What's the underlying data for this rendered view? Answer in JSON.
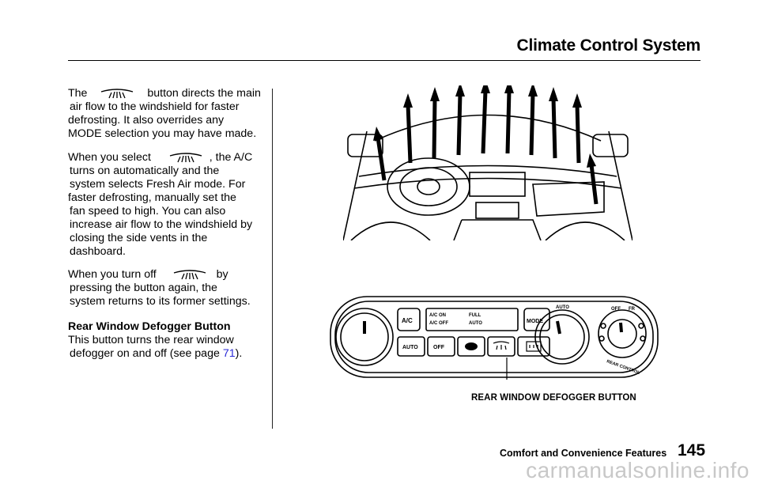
{
  "header": {
    "title": "Climate Control System"
  },
  "paragraphs": {
    "p1": {
      "line1_pre": "The",
      "line1_post": "button directs the main",
      "line2": "air flow to the windshield for faster",
      "line3": "defrosting. It also overrides any",
      "line4": "MODE selection you may have made."
    },
    "p2": {
      "line1_pre": "When you select",
      "line1_post": ", the A/C",
      "line2": "turns on automatically and the",
      "line3": "system selects Fresh Air mode. For",
      "line4": "faster defrosting, manually set the",
      "line5": "fan speed to high. You can also",
      "line6": "increase air flow to the windshield by",
      "line7": "closing the side vents in the",
      "line8": "dashboard."
    },
    "p3": {
      "line1_pre": "When you turn off",
      "line1_post": "by",
      "line2": "pressing the button again, the",
      "line3": "system returns to its former settings."
    },
    "rear": {
      "heading": "Rear Window Defogger Button",
      "line1": "This button turns the rear window",
      "line2_pre": "defogger on and off (see page",
      "line2_link": "71",
      "line2_post": ")."
    }
  },
  "panel_labels": {
    "ac": "A/C",
    "ac_on": "A/C ON",
    "ac_off": "A/C OFF",
    "full": "FULL",
    "auto_small": "AUTO",
    "mode": "MODE",
    "auto": "AUTO",
    "off": "OFF",
    "auto_dial": "AUTO",
    "ring_off": "OFF",
    "ring_fr": "FR",
    "rear_control": "REAR CONTROL"
  },
  "figure_caption": "REAR WINDOW DEFOGGER BUTTON",
  "footer": {
    "section": "Comfort and Convenience Features",
    "page_number": "145"
  },
  "watermark": "carmanualsonline.info",
  "colors": {
    "link": "#2a2ad8",
    "watermark": "#c8c8c8"
  },
  "icons": [
    "defrost-icon",
    "recirculation-icon",
    "rear-defrost-icon",
    "windshield-airflow-illustration"
  ]
}
